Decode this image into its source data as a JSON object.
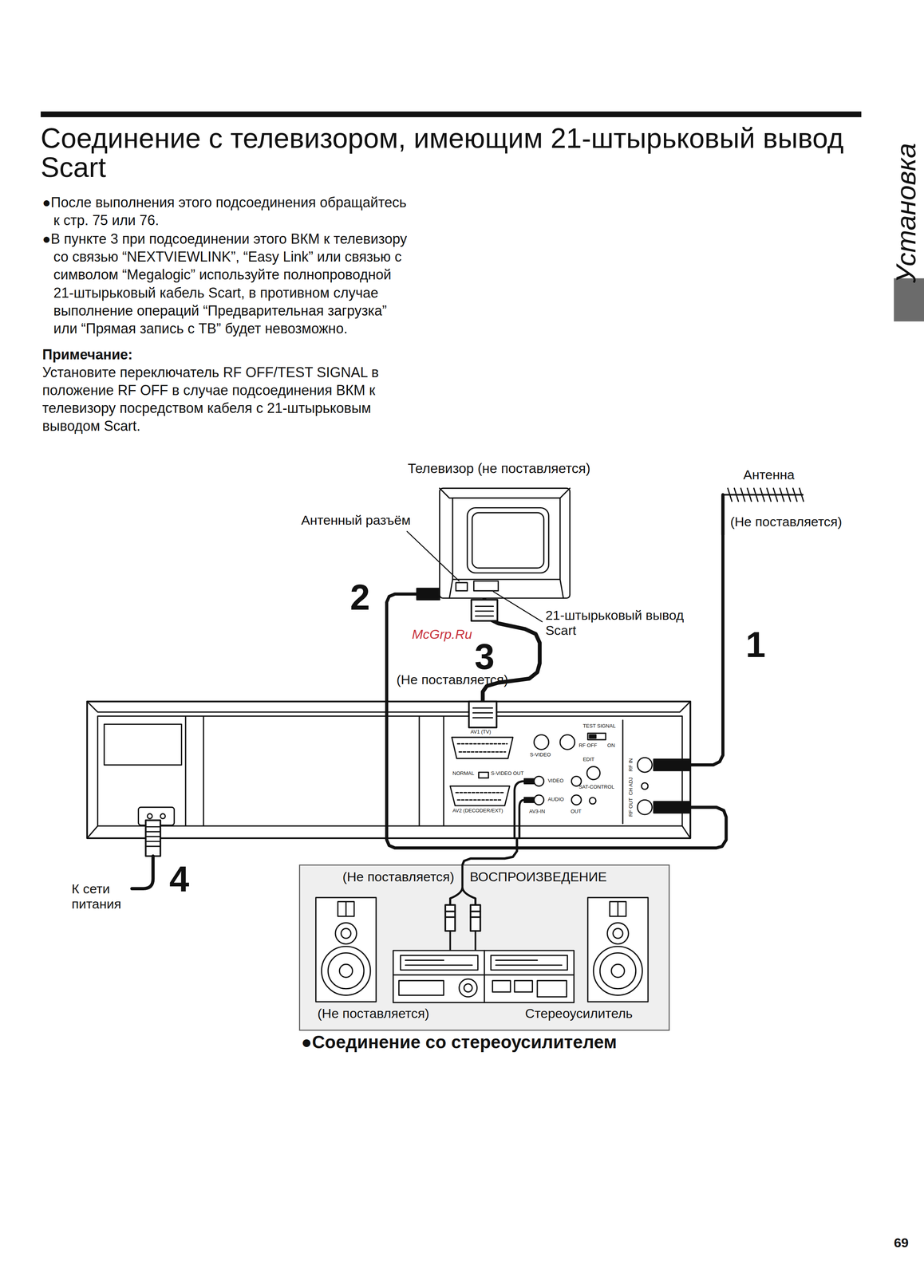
{
  "diagram": {
    "title": "Соединение с телевизором, имеющим 21-штырьковый вывод Scart",
    "caption": "●Соединение со стереоусилителем",
    "nodes": [
      {
        "text": [
          "Телевизор (не поставляется)"
        ]
      },
      {
        "text": [
          "Антенна",
          "(Не поставляется)"
        ]
      },
      {
        "text": [
          "AV1 (TV)",
          "S-VIDEO",
          "TEST SIGNAL",
          "RF OFF",
          "ON",
          "NORMAL",
          "S-VIDEO OUT",
          "VIDEO",
          "EDIT",
          "AUDIO",
          "SAT-CONTROL",
          "AV2 (DECODER/EXT)",
          "AV3-IN",
          "OUT",
          "RF IN",
          "CH ADJ",
          "RF OUT"
        ]
      },
      {
        "text": [
          "(Не поставляется)",
          "ВОСПРОИЗВЕДЕНИЕ",
          "(Не поставляется)",
          "Стереоусилитель"
        ]
      }
    ],
    "edges": [
      {
        "from": 1,
        "to": 2,
        "label": "1",
        "arrow": "none"
      },
      {
        "from": 2,
        "to": 0,
        "label": "2",
        "arrow": "none"
      },
      {
        "from": 2,
        "to": 0,
        "label": "3",
        "arrow": "none"
      },
      {
        "from": 2,
        "to": 3,
        "arrow": "none"
      }
    ],
    "labels": [
      "Установка",
      "●После выполнения этого подсоединения обращайтесь к стр. 75 или 76.",
      "●В пункте 3 при подсоединении этого ВКМ к телевизору со связью “NEXTVIEWLINK”, “Easy Link” или связью с символом “Megalogic” используйте полнопроводной 21-штырьковый кабель Scart, в противном случае выполнение операций “Предварительная загрузка” или “Прямая запись с ТВ” будет невозможно.",
      "Примечание:",
      "Установите переключатель RF OFF/TEST SIGNAL в положение RF OFF в случае подсоединения ВКМ к телевизору посредством кабеля с 21-штырьковым выводом Scart.",
      "Антенный разъём",
      "21-штырьковый вывод Scart",
      "McGrp.Ru",
      "(Не поставляется)",
      "К сети питания",
      "4",
      "69"
    ]
  }
}
